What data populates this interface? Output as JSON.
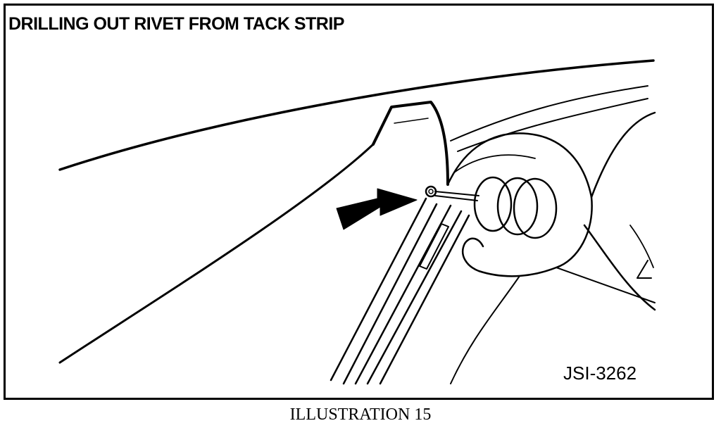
{
  "title": "DRILLING OUT RIVET FROM TACK STRIP",
  "figure_code": "JSI-3262",
  "caption": "ILLUSTRATION 15",
  "colors": {
    "ink": "#000000",
    "paper": "#ffffff"
  }
}
